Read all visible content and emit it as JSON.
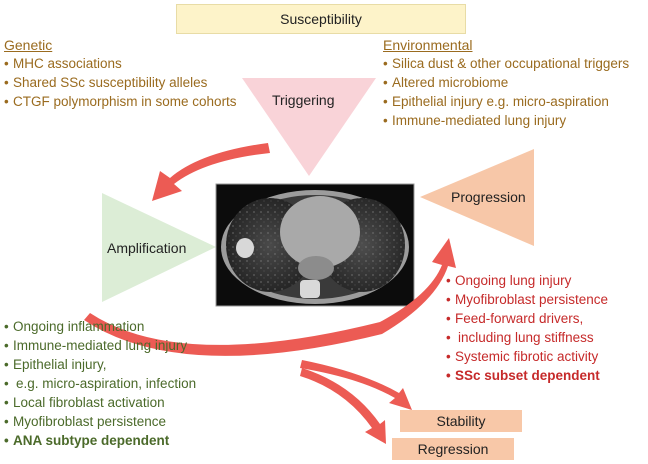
{
  "susceptibility": {
    "label": "Susceptibility"
  },
  "genetic": {
    "heading": "Genetic",
    "items": [
      "MHC associations",
      "Shared SSc susceptibility alleles",
      "CTGF polymorphism in some cohorts"
    ]
  },
  "environmental": {
    "heading": "Environmental",
    "items": [
      "Silica dust & other occupational triggers",
      "Altered microbiome",
      "Epithelial injury e.g. micro-aspiration",
      "Immune-mediated lung injury"
    ]
  },
  "triggering": {
    "label": "Triggering"
  },
  "amplification": {
    "label": "Amplification",
    "items": [
      "Ongoing inflammation",
      "Immune-mediated lung injury",
      "Epithelial injury,",
      "e.g. micro-aspiration, infection",
      "Local fibroblast activation",
      "Myofibroblast persistence"
    ],
    "emphasis": "ANA subtype dependent"
  },
  "progression": {
    "label": "Progression",
    "items": [
      "Ongoing lung injury",
      "Myofibroblast persistence",
      "Feed-forward drivers,",
      "including lung stiffness",
      "Systemic fibrotic activity"
    ],
    "emphasis": "SSc subset dependent"
  },
  "stability": {
    "label": "Stability"
  },
  "regression": {
    "label": "Regression"
  },
  "colors": {
    "susceptibility_fill": "#fdf3c9",
    "triggering_fill": "#f9d3d8",
    "amplification_fill": "#dcedd6",
    "progression_fill": "#f7c7a8",
    "outcome_fill": "#f8c8a8",
    "arrow": "#ec5b54",
    "genetic_text": "#9a6b1f",
    "amplification_text": "#4b6a2a",
    "progression_text": "#c62a2a"
  }
}
